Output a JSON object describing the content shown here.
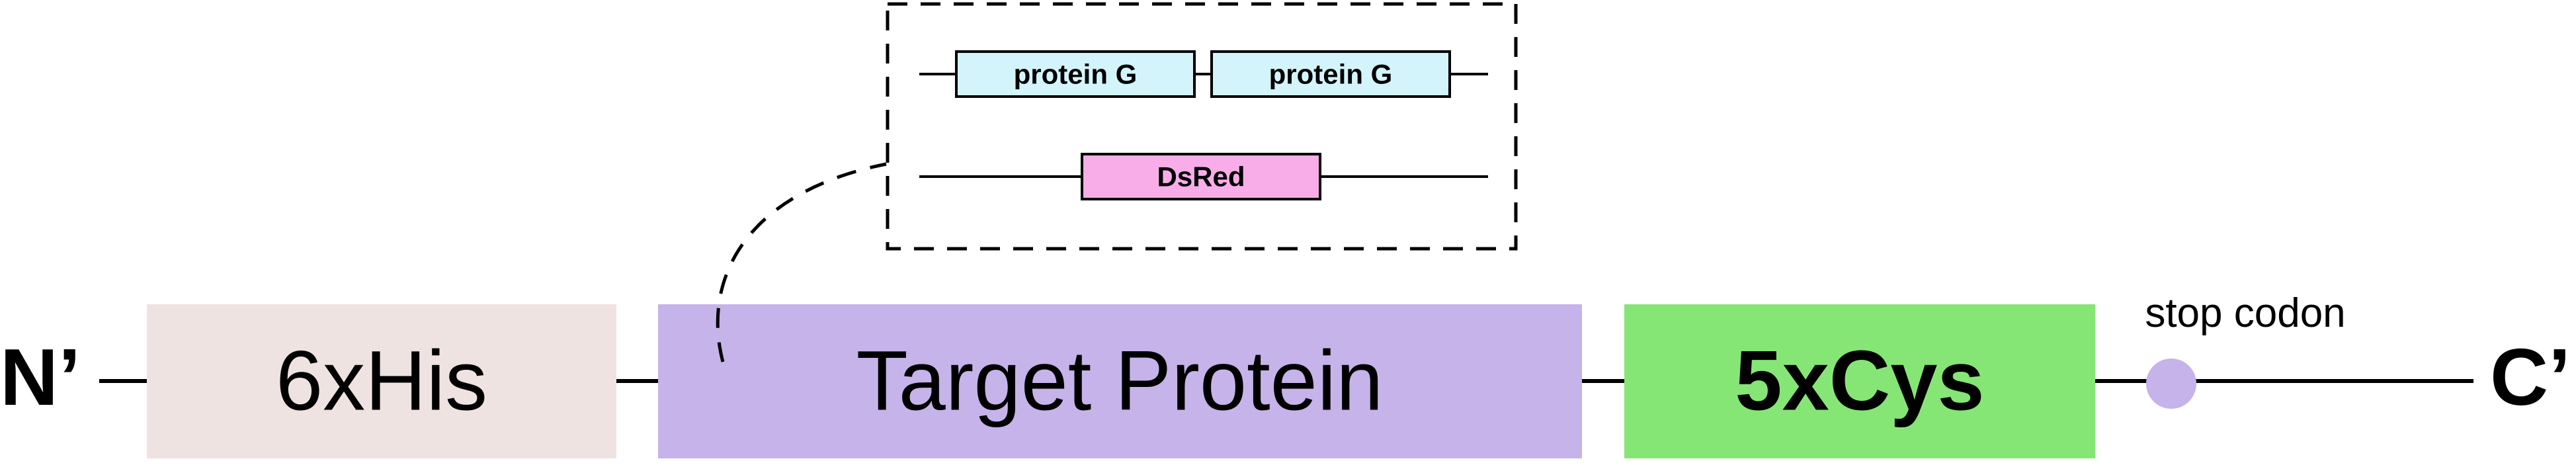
{
  "construct": {
    "n_terminus": "N’",
    "c_terminus": "C’",
    "his_tag": "6xHis",
    "target": "Target Protein",
    "cys_tag": "5xCys",
    "stop_label": "stop codon"
  },
  "inset": {
    "protein_g_1": "protein G",
    "protein_g_2": "protein G",
    "dsred": "DsRed"
  },
  "colors": {
    "his_box": "#efe3e1",
    "target_box": "#c5b3ea",
    "cys_box": "#86e675",
    "stop_dot": "#c5b3ea",
    "protein_g_box": "#d3f4fb",
    "dsred_box": "#f8ade9",
    "line": "#000000"
  }
}
